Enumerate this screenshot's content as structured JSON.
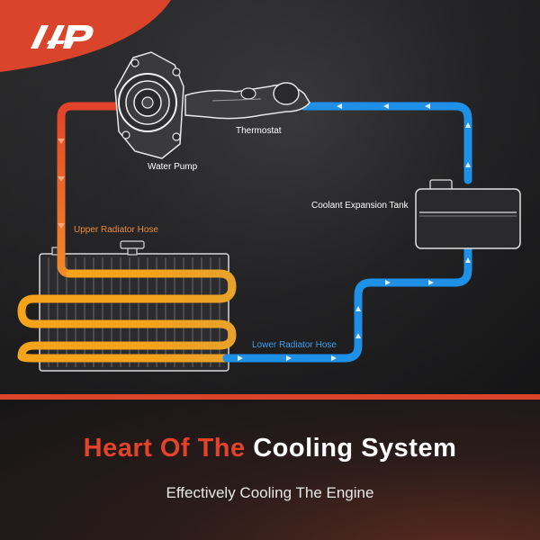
{
  "brand": {
    "logo_text": "A-P"
  },
  "labels": {
    "water_pump": "Water Pump",
    "thermostat": "Thermostat",
    "coolant_tank": "Coolant Expansion Tank",
    "upper_hose": "Upper Radiator Hose",
    "lower_hose": "Lower Radiator Hose"
  },
  "headline": {
    "part1": "Heart Of The",
    "part2": "Cooling System"
  },
  "subheadline": "Effectively Cooling The Engine",
  "colors": {
    "accent": "#e2432a",
    "hot_flow": "#e2532a",
    "warm_flow": "#f5a21c",
    "cool_flow": "#1e90e8",
    "label_white": "#ffffff",
    "label_orange": "#f08a3a",
    "label_blue": "#3aa0ee"
  }
}
